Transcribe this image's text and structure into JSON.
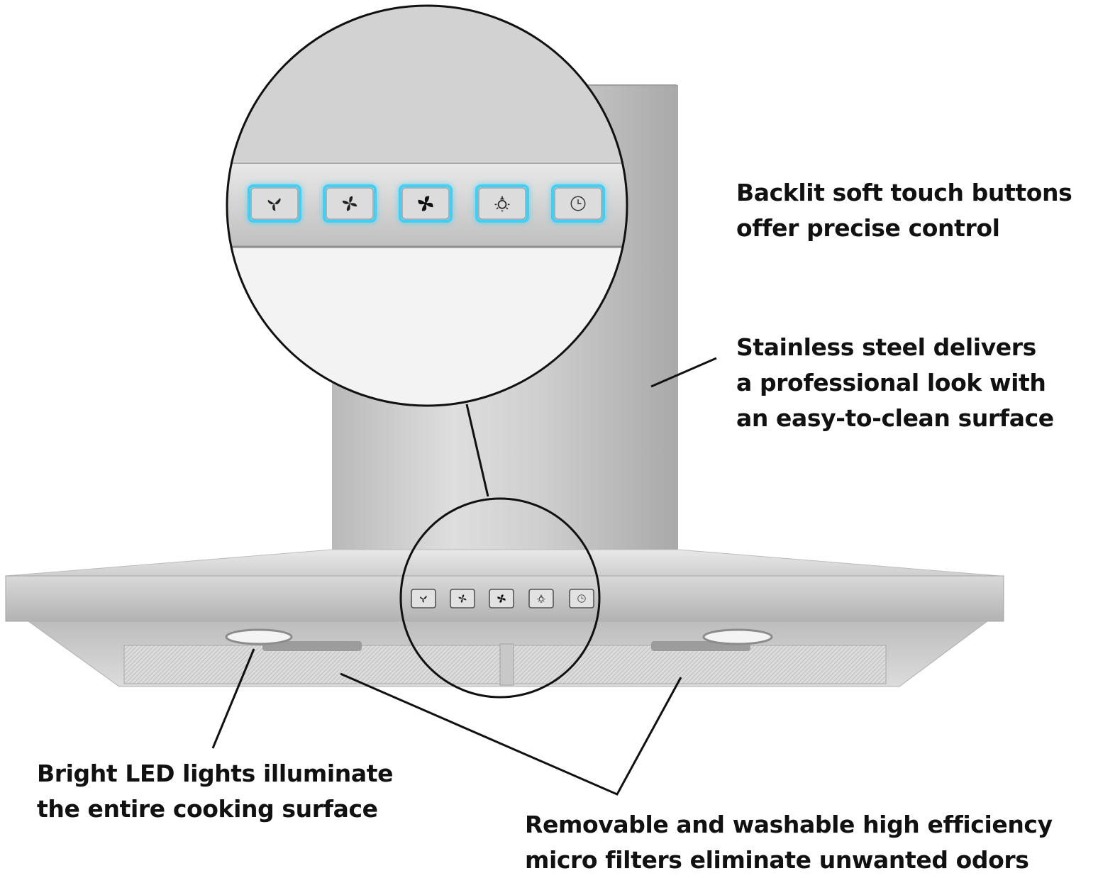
{
  "colors": {
    "steel_light": "#e3e3e3",
    "steel_mid": "#c4c4c4",
    "steel_dark": "#8f8f8f",
    "backlight": "#3fd0f5",
    "text": "#111111"
  },
  "buttons": [
    {
      "name": "fan-speed-1-icon",
      "glow": true
    },
    {
      "name": "fan-speed-2-icon",
      "glow": true
    },
    {
      "name": "fan-speed-3-icon",
      "glow": true
    },
    {
      "name": "light-bulb-icon",
      "glow": true
    },
    {
      "name": "timer-clock-icon",
      "glow": true
    }
  ],
  "callouts": {
    "buttons": {
      "line1": "Backlit soft touch buttons",
      "line2": "offer precise control"
    },
    "steel": {
      "line1": "Stainless steel delivers",
      "line2": "a professional look with",
      "line3": "an easy-to-clean surface"
    },
    "led": {
      "line1": "Bright LED lights illuminate",
      "line2": "the entire cooking surface"
    },
    "filters": {
      "line1": "Removable and washable high efficiency",
      "line2": "micro filters eliminate unwanted odors"
    }
  }
}
